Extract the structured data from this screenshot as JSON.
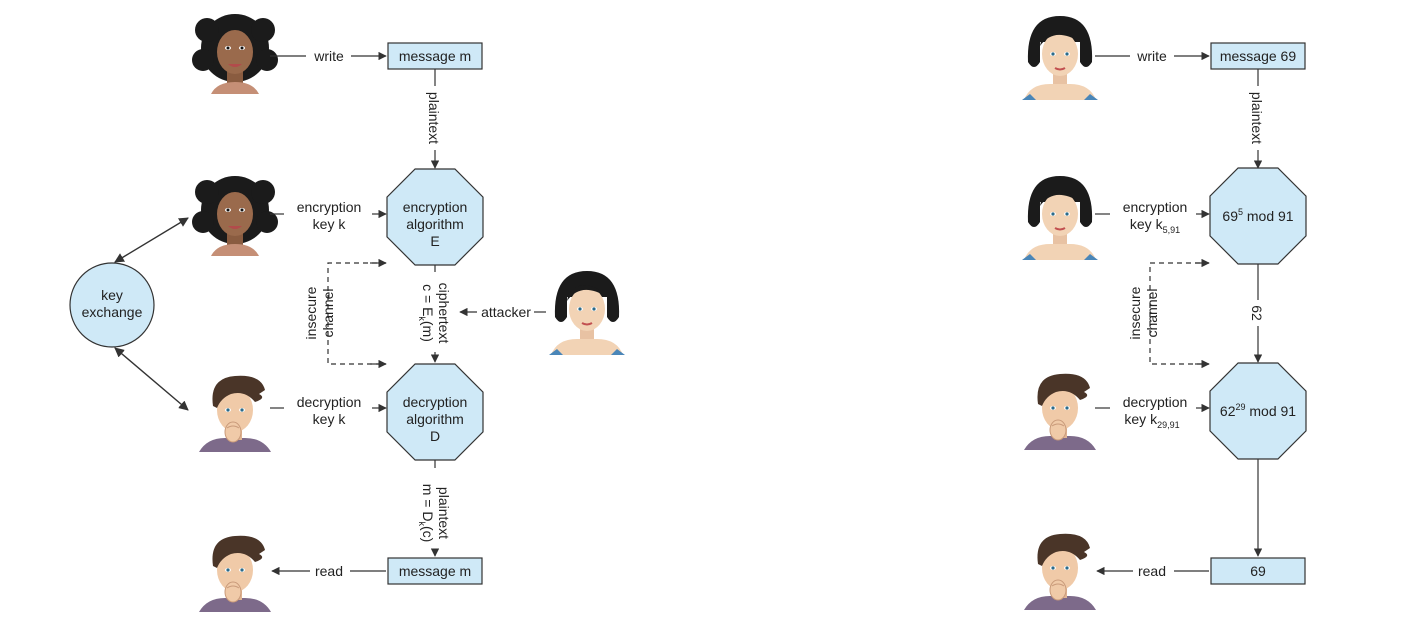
{
  "left": {
    "top_message": "message m",
    "bottom_message": "message m",
    "write": "write",
    "read": "read",
    "plaintext_top": "plaintext",
    "enc_key_line1": "encryption",
    "enc_key_line2": "key k",
    "dec_key_line1": "decryption",
    "dec_key_line2": "key k",
    "enc_alg_line1": "encryption",
    "enc_alg_line2": "algorithm",
    "enc_alg_line3": "E",
    "dec_alg_line1": "decryption",
    "dec_alg_line2": "algorithm",
    "dec_alg_line3": "D",
    "key_exchange_line1": "key",
    "key_exchange_line2": "exchange",
    "insecure_line1": "insecure",
    "insecure_line2": "channel",
    "ciphertext_label": "ciphertext",
    "ciphertext_formula_pre": "c = E",
    "ciphertext_formula_sub": "k",
    "ciphertext_formula_post": "(m)",
    "attacker": "attacker",
    "plaintext_bottom": "plaintext",
    "plaintext_formula_pre": "m = D",
    "plaintext_formula_sub": "k",
    "plaintext_formula_post": "(c)"
  },
  "right": {
    "top_message": "message 69",
    "bottom_message": "69",
    "write": "write",
    "read": "read",
    "plaintext_top": "plaintext",
    "enc_key_line1": "encryption",
    "enc_key_line2_pre": "key k",
    "enc_key_line2_sub": "5,91",
    "dec_key_line1": "decryption",
    "dec_key_line2_pre": "key k",
    "dec_key_line2_sub": "29,91",
    "enc_alg_base": "69",
    "enc_alg_sup": "5",
    "enc_alg_post": " mod 91",
    "dec_alg_base": "62",
    "dec_alg_sup": "29",
    "dec_alg_post": " mod 91",
    "insecure_line1": "insecure",
    "insecure_line2": "channel",
    "ciphertext_value": "62"
  },
  "colors": {
    "node_fill": "#cfe9f7",
    "stroke": "#333333",
    "skin_dark": "#9a6a4c",
    "skin_light": "#f2d3b5",
    "hair_black": "#1b1b1b",
    "hair_brown": "#4a3528",
    "shirt_blue": "#4a86b8",
    "shirt_purple": "#7d6a8a"
  },
  "icons": {
    "alice": "woman-curly-hair-icon",
    "bob": "man-thinking-icon",
    "eve": "woman-bob-hair-icon"
  }
}
